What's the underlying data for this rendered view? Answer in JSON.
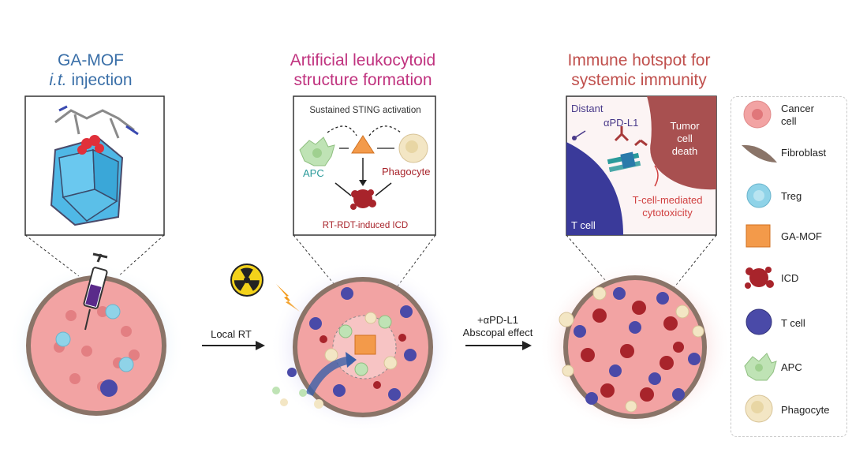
{
  "panel1": {
    "title_line1": "GA-MOF",
    "title_line2_italic": "i.t.",
    "title_line2_rest": " injection"
  },
  "panel2": {
    "title_line1": "Artificial leukocytoid",
    "title_line2": "structure formation",
    "inset_heading": "Sustained STING activation",
    "apc_label": "APC",
    "phagocyte_label": "Phagocyte",
    "icd_label": "RT-RDT-induced ICD"
  },
  "panel3": {
    "title_line1": "Immune hotspot for",
    "title_line2": "systemic immunity",
    "distant_label": "Distant",
    "antibody_label": "αPD-L1",
    "tumor_label_1": "Tumor",
    "tumor_label_2": "cell",
    "tumor_label_3": "death",
    "tcell_label": "T cell",
    "cytotox_1": "T-cell-mediated",
    "cytotox_2": "cytotoxicity"
  },
  "arrows": {
    "arrow1_label": "Local RT",
    "arrow2_label_1": "+αPD-L1",
    "arrow2_label_2": "Abscopal effect"
  },
  "legend": [
    {
      "label": "Cancer\ncell",
      "line1": "Cancer",
      "line2": "cell",
      "icon": "cancer-cell-icon"
    },
    {
      "label": "Fibroblast",
      "line1": "Fibroblast",
      "line2": "",
      "icon": "fibroblast-icon"
    },
    {
      "label": "Treg",
      "line1": "Treg",
      "line2": "",
      "icon": "treg-icon"
    },
    {
      "label": "GA-MOF",
      "line1": "GA-MOF",
      "line2": "",
      "icon": "ga-mof-icon"
    },
    {
      "label": "ICD",
      "line1": "ICD",
      "line2": "",
      "icon": "icd-icon"
    },
    {
      "label": "T cell",
      "line1": "T cell",
      "line2": "",
      "icon": "t-cell-icon"
    },
    {
      "label": "APC",
      "line1": "APC",
      "line2": "",
      "icon": "apc-icon"
    },
    {
      "label": "Phagocyte",
      "line1": "Phagocyte",
      "line2": "",
      "icon": "phagocyte-icon"
    }
  ],
  "colors": {
    "cancer": "#f2a3a3",
    "cancer_nucleus": "#e0777a",
    "fibroblast": "#8a7468",
    "treg": "#8fd3e8",
    "mof": "#f39a4a",
    "icd": "#a8242b",
    "tcell": "#4a4aa8",
    "apc": "#bfe3b5",
    "phagocyte": "#f3e6c4",
    "halo_blue": "#cfe3f3",
    "halo_purple": "#d9d6f2",
    "halo_red": "#f6cfcf"
  }
}
